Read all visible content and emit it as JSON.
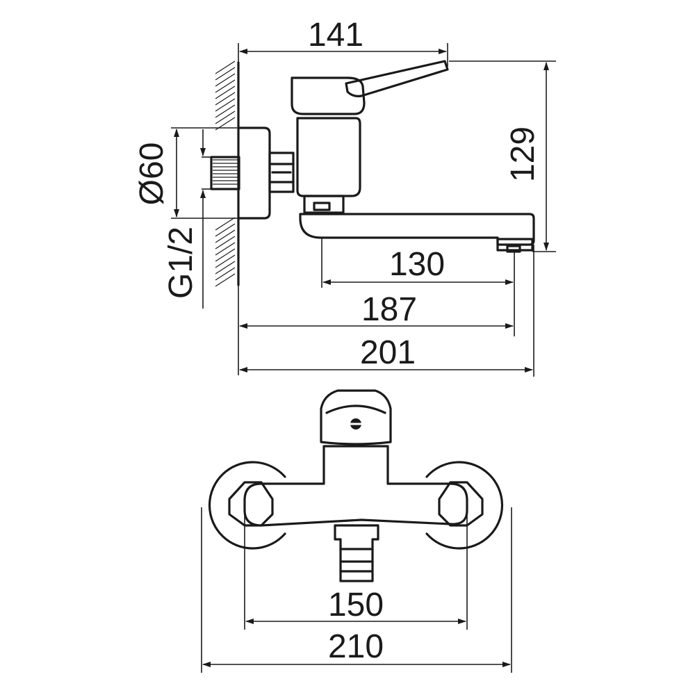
{
  "side_view": {
    "dim_141": "141",
    "dim_129": "129",
    "dim_diameter": "Ø60",
    "dim_thread": "G1/2",
    "dim_130": "130",
    "dim_187": "187",
    "dim_201": "201"
  },
  "front_view": {
    "dim_150": "150",
    "dim_210": "210"
  }
}
